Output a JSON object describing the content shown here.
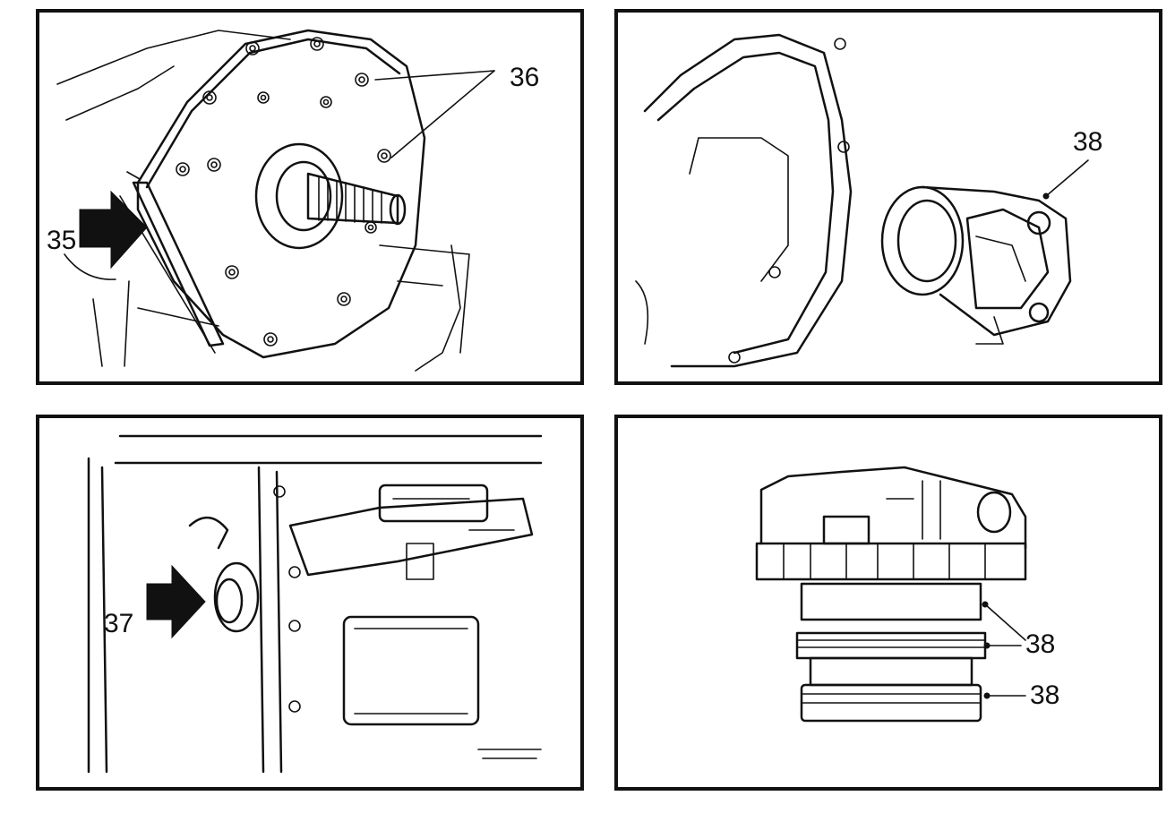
{
  "panels": [
    {
      "id": "p1",
      "callouts": [
        "35",
        "36"
      ]
    },
    {
      "id": "p2",
      "callouts": [
        "38"
      ]
    },
    {
      "id": "p3",
      "callouts": [
        "37"
      ]
    },
    {
      "id": "p4",
      "callouts": [
        "38",
        "38"
      ]
    }
  ]
}
